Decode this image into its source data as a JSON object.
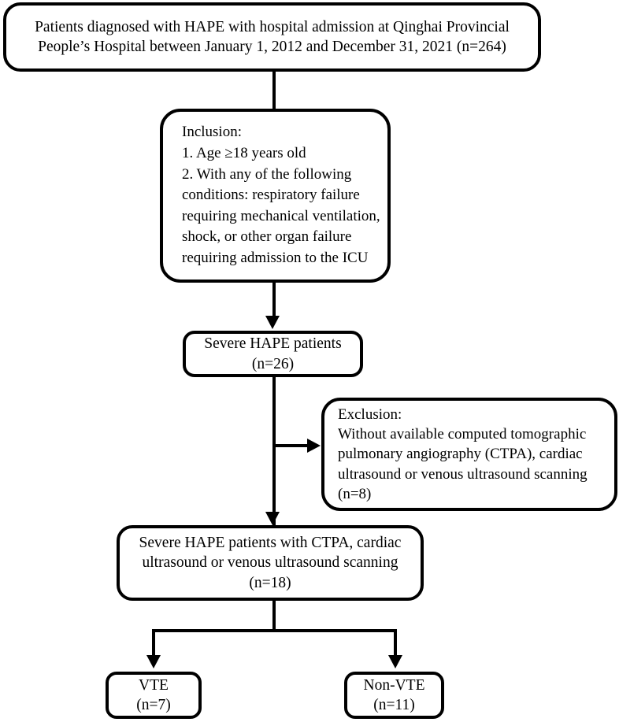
{
  "diagram": {
    "title": "Patient selection flowchart",
    "type": "flowchart",
    "stroke_color": "#000000",
    "background_color": "#ffffff"
  },
  "nodes": {
    "source": {
      "id": "source-population",
      "lines": [
        "Patients diagnosed with HAPE with hospital admission at Qinghai Provincial",
        "People’s Hospital between January 1, 2012 and December 31, 2021 (n=264)"
      ],
      "count_label": "n=264",
      "count": 264
    },
    "inclusion": {
      "id": "inclusion-criteria",
      "lines": [
        "Inclusion:",
        "1. Age ≥18 years old",
        "2. With any of the following",
        "conditions: respiratory failure",
        "requiring mechanical ventilation,",
        "shock, or other organ failure",
        "requiring admission to the ICU"
      ]
    },
    "severe_hape": {
      "id": "severe-hape-patients",
      "lines": [
        "Severe HAPE patients",
        "(n=26)"
      ],
      "count_label": "n=26",
      "count": 26
    },
    "exclusion": {
      "id": "exclusion-criteria",
      "lines": [
        "Exclusion:",
        "Without available computed tomographic",
        "pulmonary angiography (CTPA), cardiac",
        "ultrasound or venous ultrasound scanning",
        "(n=8)"
      ],
      "count_label": "n=8",
      "count": 8
    },
    "ctpa_cohort": {
      "id": "severe-hape-with-imaging",
      "lines": [
        "Severe HAPE patients with CTPA, cardiac",
        "ultrasound or venous ultrasound scanning",
        "(n=18)"
      ],
      "count_label": "n=18",
      "count": 18
    },
    "vte": {
      "id": "vte-group",
      "lines": [
        "VTE",
        "(n=7)"
      ],
      "count_label": "n=7",
      "count": 7
    },
    "non_vte": {
      "id": "non-vte-group",
      "lines": [
        "Non-VTE",
        "(n=11)"
      ],
      "count_label": "n=11",
      "count": 11
    }
  },
  "connectors": [
    {
      "name": "source-to-inclusion",
      "from": "source",
      "to": "inclusion",
      "style": "plain-line",
      "direction": "down"
    },
    {
      "name": "inclusion-to-severe-hape",
      "from": "inclusion",
      "to": "severe_hape",
      "style": "arrow",
      "direction": "down"
    },
    {
      "name": "severe-hape-to-exclusion",
      "from": "severe_hape",
      "to": "exclusion",
      "style": "arrow",
      "direction": "right"
    },
    {
      "name": "severe-hape-to-ctpa-cohort",
      "from": "severe_hape",
      "to": "ctpa_cohort",
      "style": "arrow",
      "direction": "down"
    },
    {
      "name": "ctpa-cohort-to-vte",
      "from": "ctpa_cohort",
      "to": "vte",
      "style": "arrow",
      "direction": "down"
    },
    {
      "name": "ctpa-cohort-to-non-vte",
      "from": "ctpa_cohort",
      "to": "non_vte",
      "style": "arrow",
      "direction": "down"
    }
  ]
}
